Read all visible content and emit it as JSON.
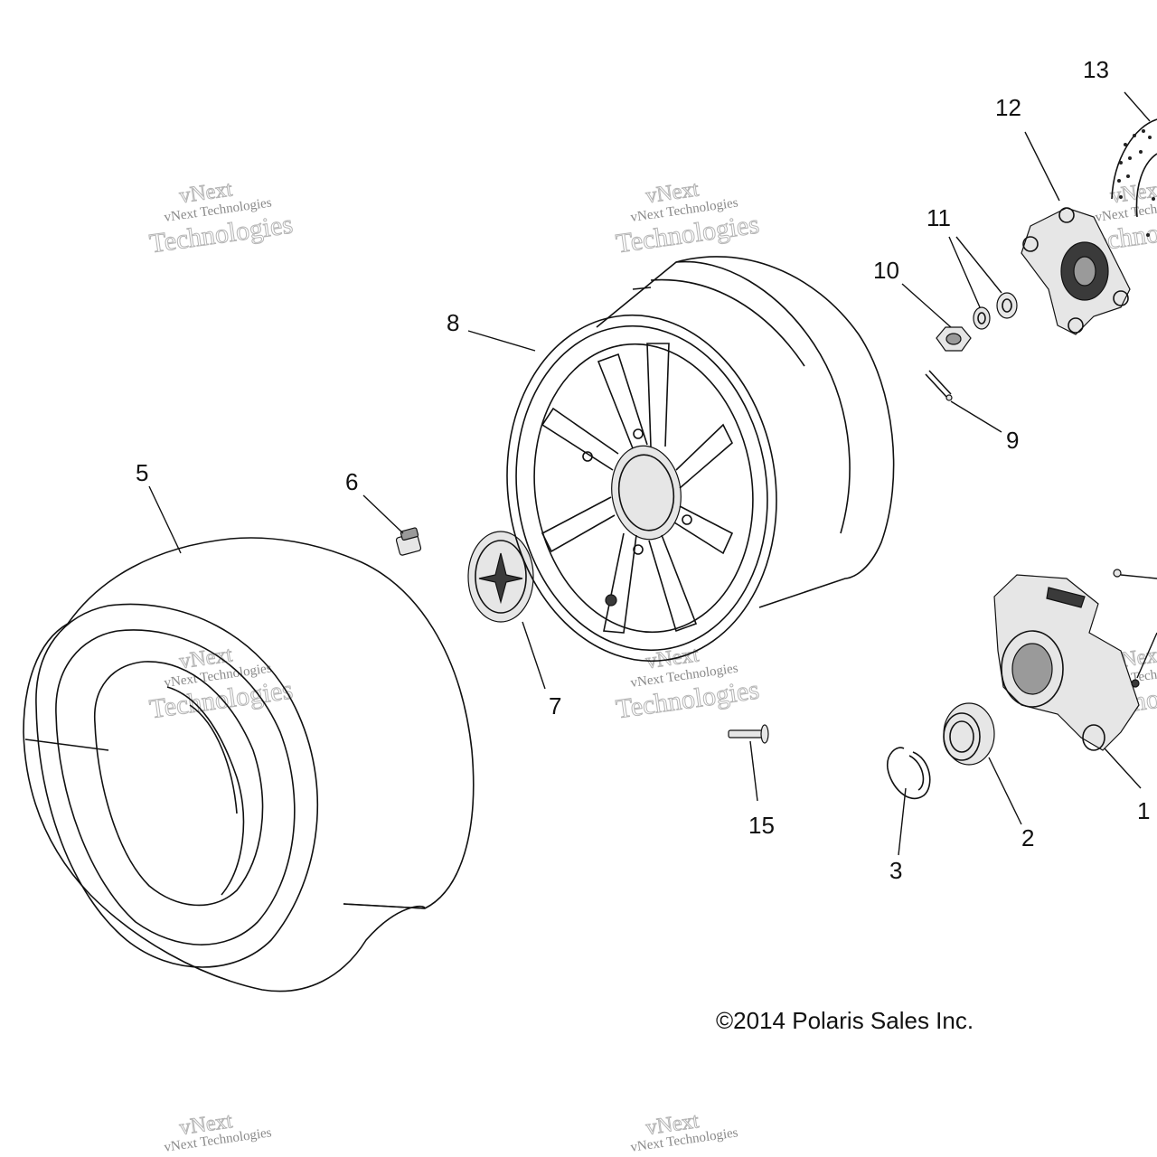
{
  "watermark": {
    "line1": "vNext",
    "line2": "vNext Technologies",
    "line3": "Technologies"
  },
  "callouts": {
    "c1": "1",
    "c2": "2",
    "c3": "3",
    "c5": "5",
    "c6": "6",
    "c7": "7",
    "c8": "8",
    "c9": "9",
    "c10": "10",
    "c11": "11",
    "c12": "12",
    "c13": "13",
    "c15": "15"
  },
  "copyright": "©2014 Polaris Sales Inc."
}
